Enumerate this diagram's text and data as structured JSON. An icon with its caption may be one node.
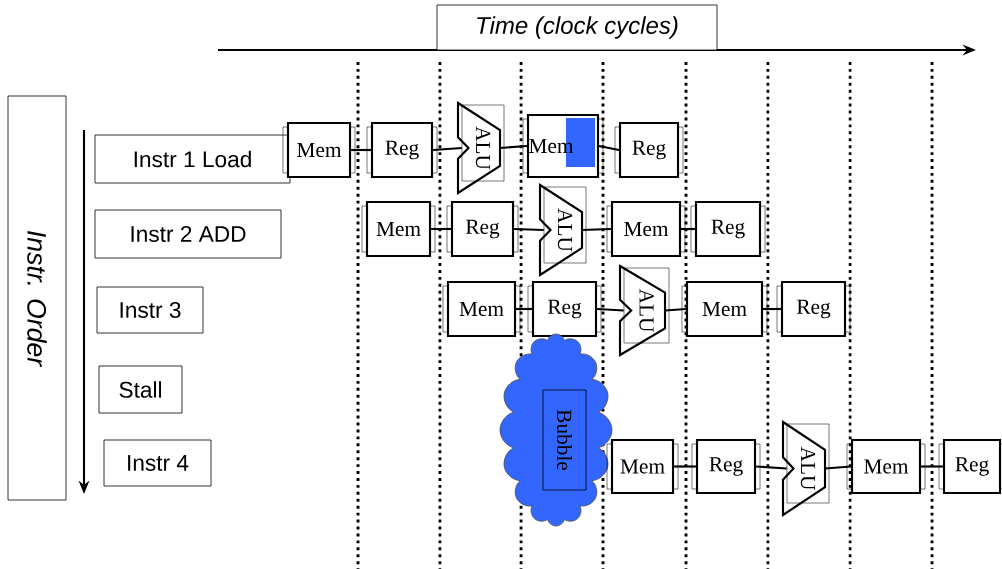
{
  "diagram": {
    "nodes": [
      {
        "text": [
          "Time (clock cycles)"
        ]
      },
      {
        "text": [
          "Instr. Order"
        ]
      },
      {
        "text": [
          "Instr 1 Load"
        ]
      },
      {
        "text": [
          "Instr 2 ADD"
        ]
      },
      {
        "text": [
          "Instr 3"
        ]
      },
      {
        "text": [
          "Stall"
        ]
      },
      {
        "text": [
          "Instr 4"
        ]
      },
      {
        "text": [
          "Mem"
        ]
      },
      {
        "text": [
          "Reg"
        ]
      },
      {
        "text": [
          "ALU"
        ]
      },
      {
        "text": [
          "Mem"
        ]
      },
      {
        "text": [
          "Reg"
        ]
      },
      {
        "text": [
          "Mem"
        ]
      },
      {
        "text": [
          "Reg"
        ]
      },
      {
        "text": [
          "ALU"
        ]
      },
      {
        "text": [
          "Mem"
        ]
      },
      {
        "text": [
          "Reg"
        ]
      },
      {
        "text": [
          "Mem"
        ]
      },
      {
        "text": [
          "Reg"
        ]
      },
      {
        "text": [
          "ALU"
        ]
      },
      {
        "text": [
          "Mem"
        ]
      },
      {
        "text": [
          "Reg"
        ]
      },
      {
        "text": [
          "Bubble"
        ]
      },
      {
        "text": [
          "Mem"
        ]
      },
      {
        "text": [
          "Reg"
        ]
      },
      {
        "text": [
          "ALU"
        ]
      },
      {
        "text": [
          "Mem"
        ]
      },
      {
        "text": [
          "Reg"
        ]
      }
    ],
    "edges": [
      {
        "from": 7,
        "to": 8,
        "arrow": "none"
      },
      {
        "from": 8,
        "to": 9,
        "arrow": "none"
      },
      {
        "from": 9,
        "to": 10,
        "arrow": "none"
      },
      {
        "from": 10,
        "to": 11,
        "arrow": "none"
      },
      {
        "from": 12,
        "to": 13,
        "arrow": "none"
      },
      {
        "from": 13,
        "to": 14,
        "arrow": "none"
      },
      {
        "from": 14,
        "to": 15,
        "arrow": "none"
      },
      {
        "from": 15,
        "to": 16,
        "arrow": "none"
      },
      {
        "from": 17,
        "to": 18,
        "arrow": "none"
      },
      {
        "from": 18,
        "to": 19,
        "arrow": "none"
      },
      {
        "from": 19,
        "to": 20,
        "arrow": "none"
      },
      {
        "from": 20,
        "to": 21,
        "arrow": "none"
      },
      {
        "from": 23,
        "to": 24,
        "arrow": "none"
      },
      {
        "from": 24,
        "to": 25,
        "arrow": "none"
      },
      {
        "from": 25,
        "to": 26,
        "arrow": "none"
      },
      {
        "from": 26,
        "to": 27,
        "arrow": "none"
      }
    ]
  }
}
